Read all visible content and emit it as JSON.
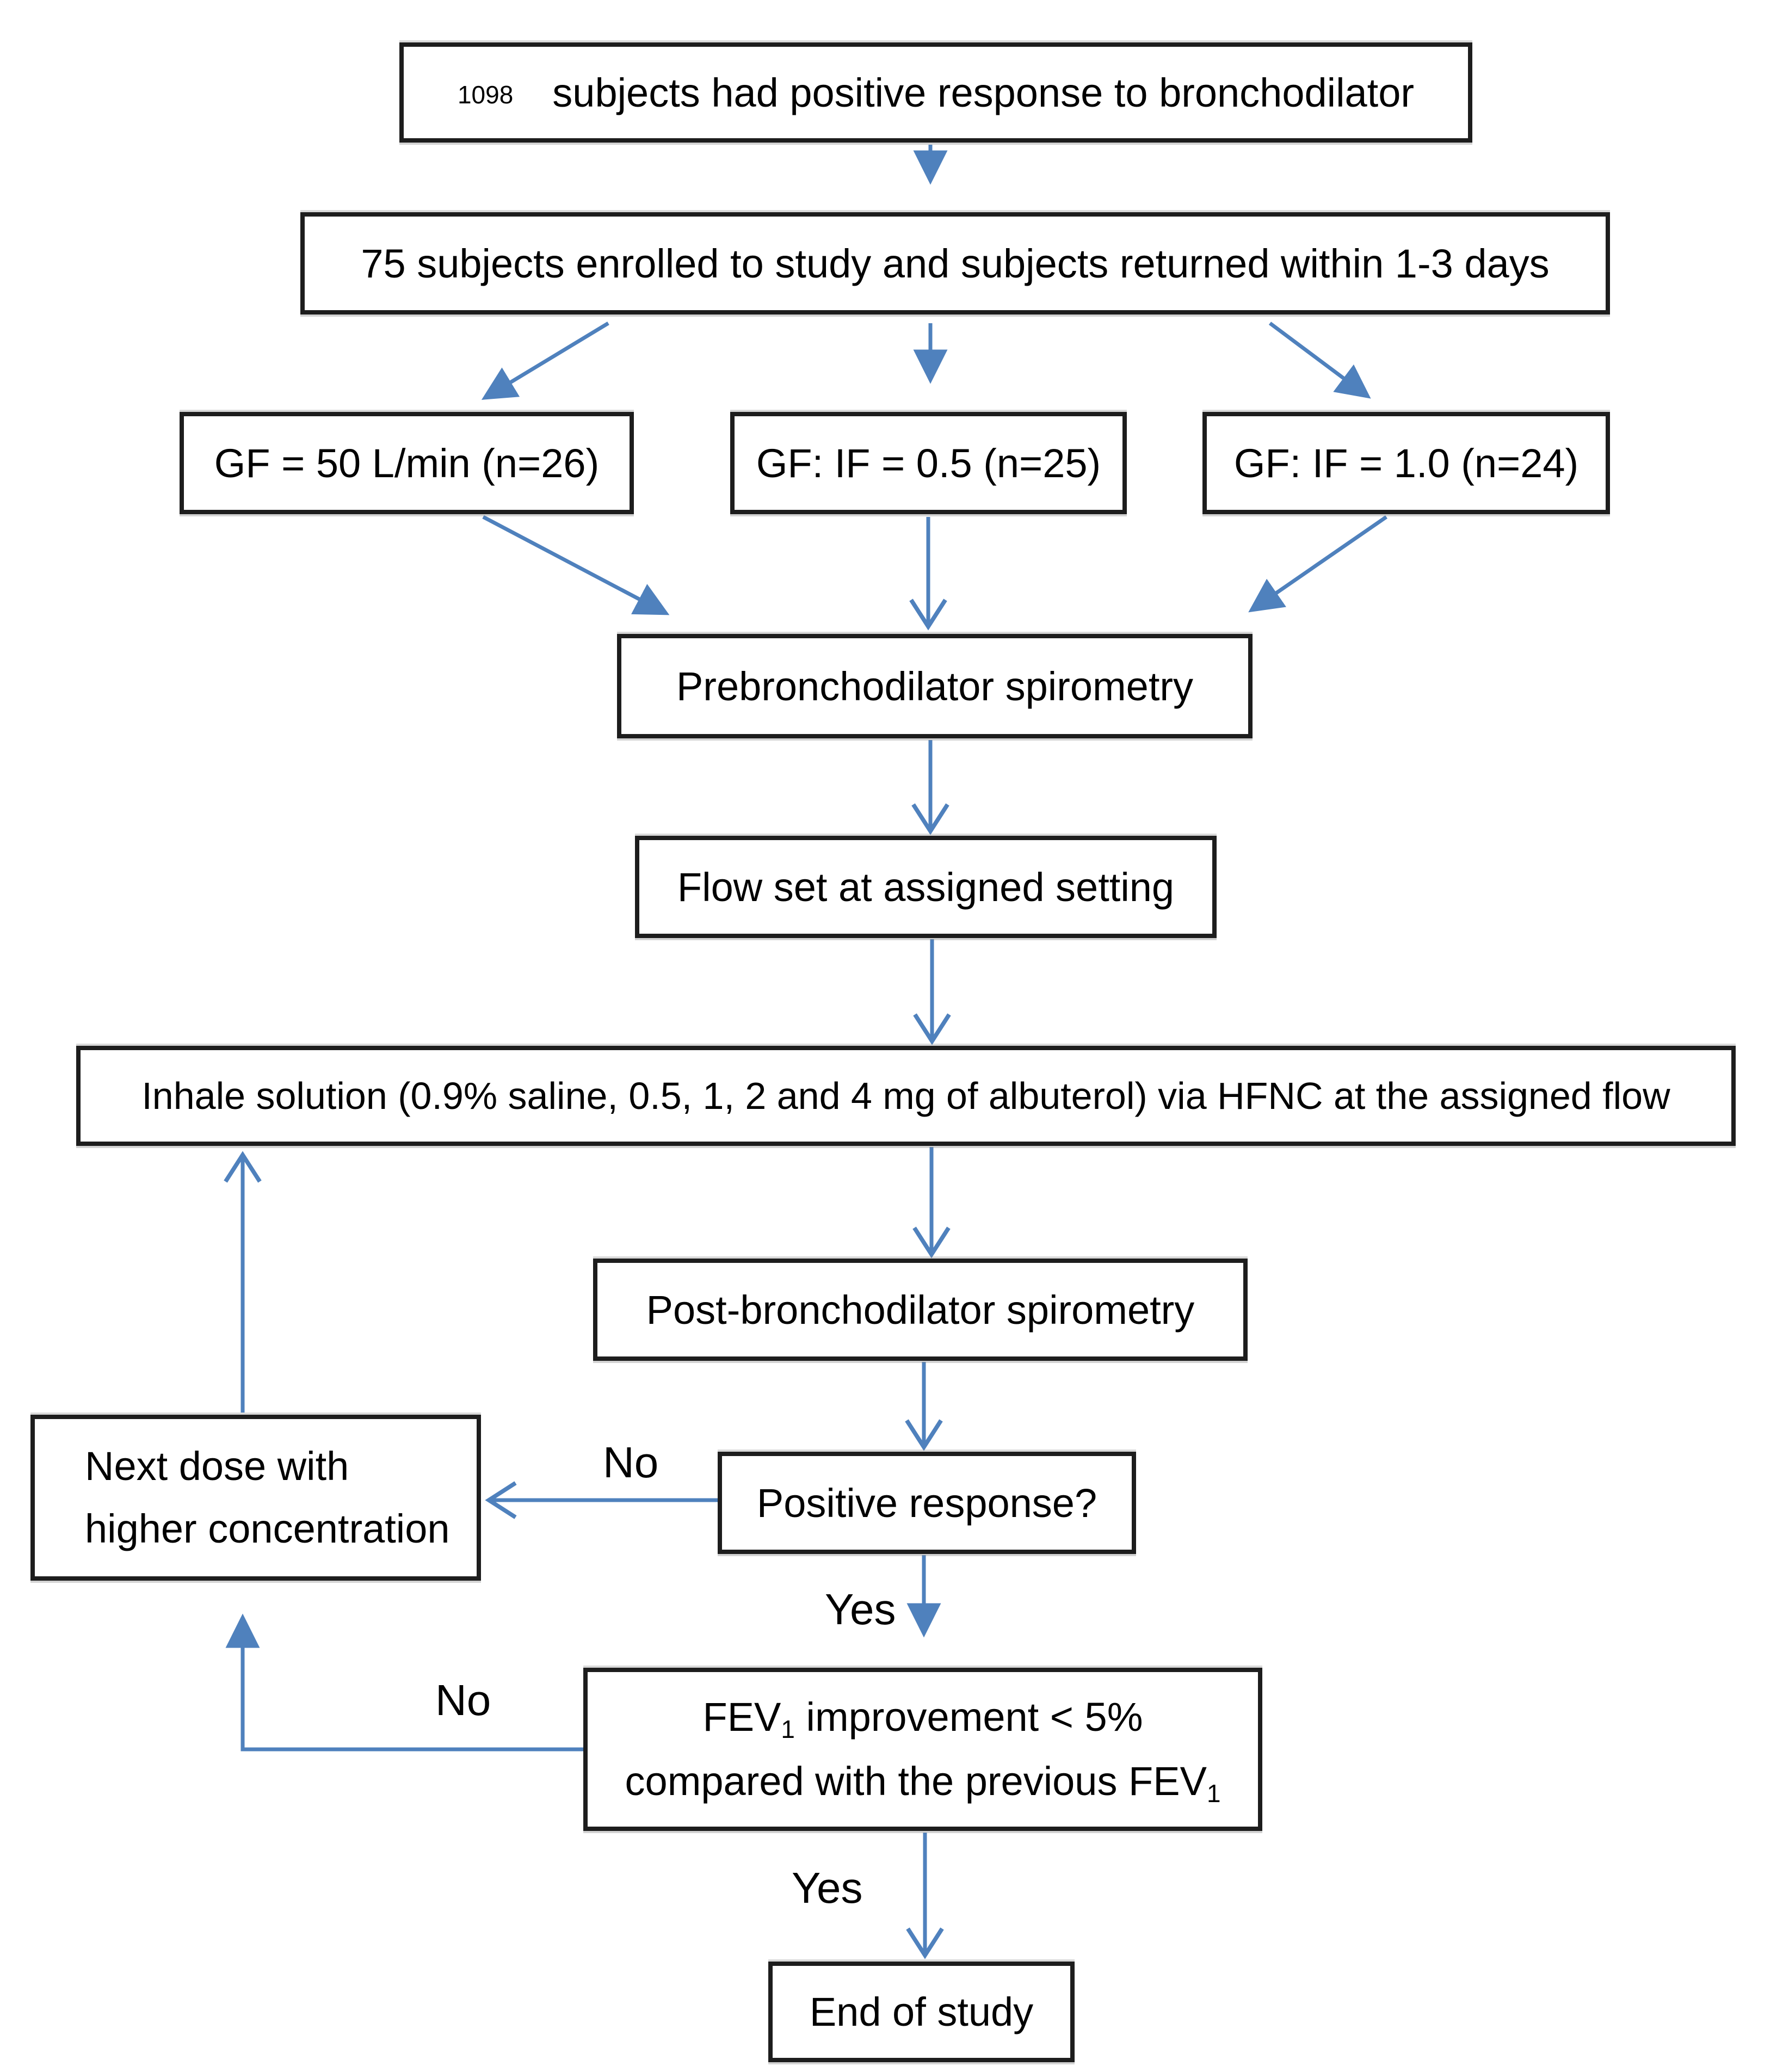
{
  "diagram": {
    "type": "flowchart",
    "colors": {
      "arrow_blue": "#4f81bd",
      "box_border": "#1d1d1d",
      "background": "#ffffff",
      "text": "#000000"
    },
    "nodes": {
      "screened": {
        "prefix": "1098",
        "label": "subjects had positive response to bronchodilator"
      },
      "enrolled": {
        "label": "75 subjects enrolled to study and subjects returned within 1-3 days"
      },
      "arm_gf50": {
        "label": "GF = 50 L/min (n=26)"
      },
      "arm_if05": {
        "label": "GF: IF = 0.5 (n=25)"
      },
      "arm_if10": {
        "label": "GF: IF = 1.0 (n=24)"
      },
      "pre_spiro": {
        "label": "Prebronchodilator spirometry"
      },
      "flow_set": {
        "label": "Flow set at assigned setting"
      },
      "inhale": {
        "label": "Inhale solution (0.9% saline, 0.5, 1, 2 and 4 mg of albuterol) via HFNC at the assigned flow"
      },
      "post_spiro": {
        "label": "Post-bronchodilator spirometry"
      },
      "positive_response": {
        "label": "Positive response?"
      },
      "next_dose": {
        "line1": "Next dose with",
        "line2": "higher concentration"
      },
      "fev_check": {
        "line1_pre": "FEV",
        "line1_sub": "1",
        "line1_post": " improvement < 5%",
        "line2_pre": "compared with the previous FEV",
        "line2_sub": "1"
      },
      "end_study": {
        "label": "End of study"
      }
    },
    "edge_labels": {
      "no_positive": "No",
      "yes_positive": "Yes",
      "no_fev": "No",
      "yes_fev": "Yes"
    }
  }
}
